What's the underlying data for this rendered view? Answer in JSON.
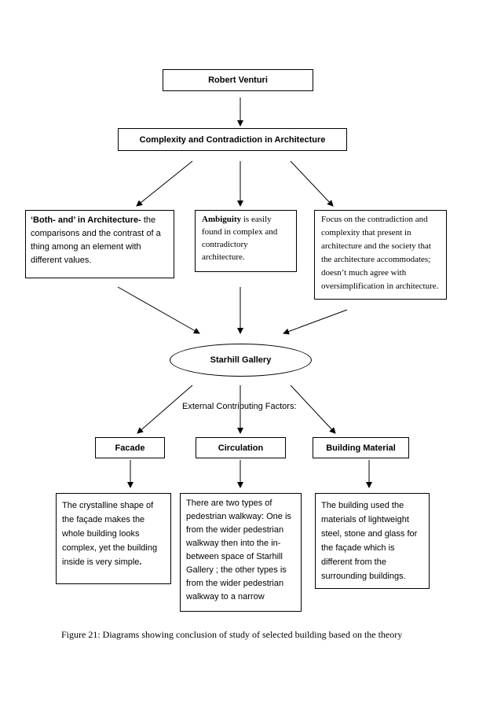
{
  "title_box": "Robert Venturi",
  "book_box": "Complexity and Contradiction in Architecture",
  "concepts": {
    "both_and": {
      "bold": "‘Both- and’ in Architecture-",
      "rest": " the comparisons and the contrast of a thing among an element with different values."
    },
    "ambiguity": {
      "bold": "Ambiguity",
      "rest": " is easily found in complex and contradictory architecture."
    },
    "focus": "Focus on the contradiction and complexity that present in architecture and the society that the architecture accommodates; doesn’t much agree with oversimplification in architecture."
  },
  "center_node": "Starhill Gallery",
  "factors_label": "External Contributing Factors:",
  "factors": {
    "facade": "Facade",
    "circulation": "Circulation",
    "material": "Building Material"
  },
  "details": {
    "facade": {
      "text": "The crystalline shape of the façade makes the whole building looks complex, yet the building inside is very simple",
      "end": "."
    },
    "circulation": "There are two types of pedestrian walkway: One is from the wider pedestrian walkway then into the in-between space of Starhill Gallery ; the other types is from the wider pedestrian walkway to a narrow",
    "material": "The building used the materials of lightweight steel, stone and glass for the façade which is different from the surrounding buildings."
  },
  "caption": "Figure 21: Diagrams showing conclusion of study of selected building based on the theory"
}
